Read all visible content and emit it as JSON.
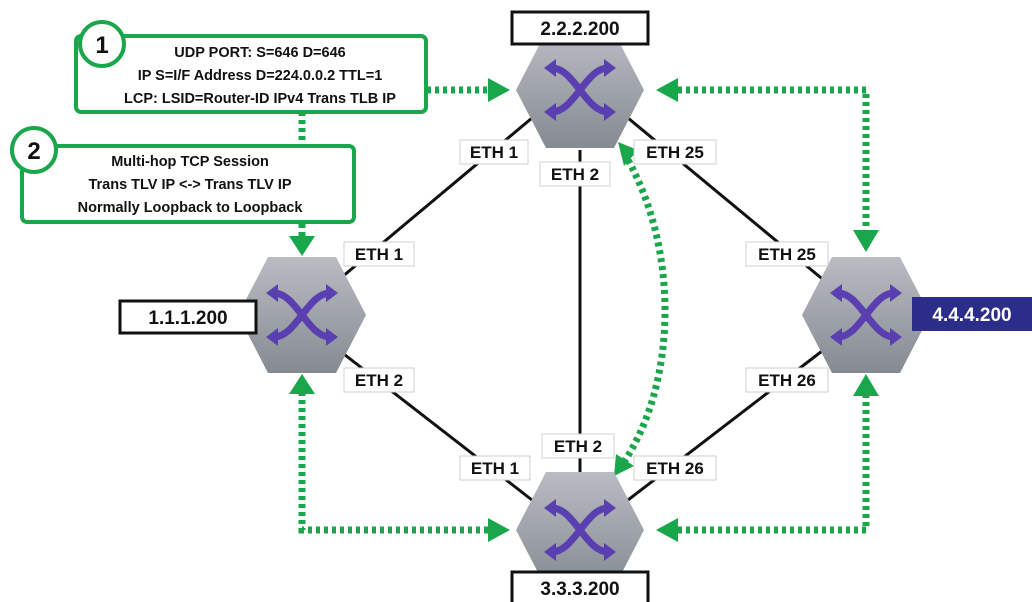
{
  "colors": {
    "accent_green": "#1aa64b",
    "router_gray": "#9a9ea6",
    "arrow_purple": "#5a3fb0",
    "highlight_label_bg": "#2c2d8a",
    "link_black": "#111111"
  },
  "routers": {
    "r1": {
      "label": "1.1.1.200",
      "icon": "router-switch-icon"
    },
    "r2": {
      "label": "2.2.2.200",
      "icon": "router-switch-icon"
    },
    "r3": {
      "label": "3.3.3.200",
      "icon": "router-switch-icon"
    },
    "r4": {
      "label": "4.4.4.200",
      "icon": "router-switch-icon"
    }
  },
  "interfaces": {
    "r1_eth1": "ETH 1",
    "r1_eth2": "ETH 2",
    "r2_eth1": "ETH 1",
    "r2_eth2": "ETH 2",
    "r2_eth25": "ETH 25",
    "r3_eth1": "ETH 1",
    "r3_eth2": "ETH 2",
    "r3_eth26": "ETH 26",
    "r4_eth25": "ETH 25",
    "r4_eth26": "ETH 26"
  },
  "callouts": {
    "one": {
      "number": "1",
      "lines": [
        "UDP PORT: S=646 D=646",
        "IP S=I/F Address D=224.0.0.2 TTL=1",
        "LCP: LSID=Router-ID IPv4 Trans TLB IP"
      ]
    },
    "two": {
      "number": "2",
      "lines": [
        "Multi-hop TCP Session",
        "Trans TLV IP <-> Trans TLV IP",
        "Normally Loopback to Loopback"
      ]
    }
  }
}
